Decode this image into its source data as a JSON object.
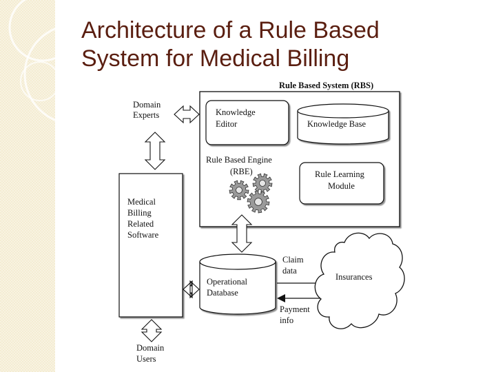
{
  "slide": {
    "title_lines": [
      "Architecture of a Rule Based",
      "System for Medical Billing"
    ]
  },
  "diagram": {
    "rbs_title": "Rule Based System (RBS)",
    "domain_experts": [
      "Domain",
      "Experts"
    ],
    "knowledge_editor": [
      "Knowledge",
      "Editor"
    ],
    "knowledge_base": "Knowledge Base",
    "rule_engine": [
      "Rule Based Engine",
      "(RBE)"
    ],
    "rule_learning": [
      "Rule Learning",
      "Module"
    ],
    "medical_software": [
      "Medical",
      "Billing",
      "Related",
      "Software"
    ],
    "operational_db": [
      "Operational",
      "Database"
    ],
    "claim_data": [
      "Claim",
      "data"
    ],
    "payment_info": [
      "Payment",
      "info"
    ],
    "insurances": "Insurances",
    "domain_users": [
      "Domain",
      "Users"
    ]
  },
  "colors": {
    "title": "#5a1e10",
    "band": "#f4ecd2"
  }
}
